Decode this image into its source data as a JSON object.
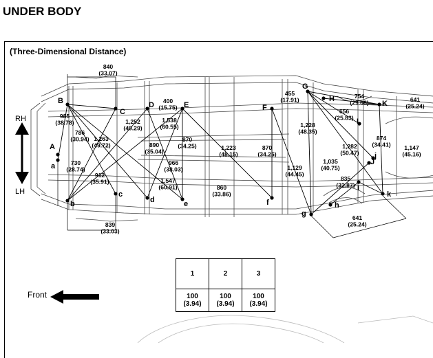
{
  "page": {
    "title": "UNDER BODY"
  },
  "diagram": {
    "heading": "(Three-Dimensional Distance)",
    "orientation": {
      "rh": "RH",
      "lh": "LH",
      "front": "Front"
    },
    "points_upper": [
      "A",
      "B",
      "C",
      "D",
      "E",
      "F",
      "G",
      "H",
      "I",
      "J",
      "K"
    ],
    "points_lower": [
      "a",
      "b",
      "c",
      "d",
      "e",
      "f",
      "g",
      "h",
      "i",
      "j",
      "k"
    ],
    "dimensions": [
      {
        "mm": "840",
        "in": "(33.07)"
      },
      {
        "mm": "985",
        "in": "(38.78)"
      },
      {
        "mm": "786",
        "in": "(30.94)"
      },
      {
        "mm": "1,263",
        "in": "(49.72)"
      },
      {
        "mm": "730",
        "in": "(28.74)"
      },
      {
        "mm": "1,252",
        "in": "(49.29)"
      },
      {
        "mm": "912",
        "in": "(35.91)"
      },
      {
        "mm": "839",
        "in": "(33.03)"
      },
      {
        "mm": "400",
        "in": "(15.75)"
      },
      {
        "mm": "1,538",
        "in": "(60.55)"
      },
      {
        "mm": "870",
        "in": "(34.25)"
      },
      {
        "mm": "890",
        "in": "(35.04)"
      },
      {
        "mm": "966",
        "in": "(38.03)"
      },
      {
        "mm": "1,547",
        "in": "(60.91)"
      },
      {
        "mm": "1,223",
        "in": "(48.15)"
      },
      {
        "mm": "860",
        "in": "(33.86)"
      },
      {
        "mm": "870",
        "in": "(34.25)"
      },
      {
        "mm": "455",
        "in": "(17.91)"
      },
      {
        "mm": "1,228",
        "in": "(48.35)"
      },
      {
        "mm": "1,129",
        "in": "(44.45)"
      },
      {
        "mm": "754",
        "in": "(29.68)"
      },
      {
        "mm": "656",
        "in": "(25.83)"
      },
      {
        "mm": "1,282",
        "in": "(50.47)"
      },
      {
        "mm": "1,035",
        "in": "(40.75)"
      },
      {
        "mm": "835",
        "in": "(32.87)"
      },
      {
        "mm": "874",
        "in": "(34.41)"
      },
      {
        "mm": "641",
        "in": "(25.24)"
      },
      {
        "mm": "1,147",
        "in": "(45.16)"
      },
      {
        "mm": "641",
        "in": "(25.24)"
      }
    ]
  },
  "table": {
    "headers": [
      "1",
      "2",
      "3"
    ],
    "values": [
      {
        "mm": "100",
        "in": "(3.94)"
      },
      {
        "mm": "100",
        "in": "(3.94)"
      },
      {
        "mm": "100",
        "in": "(3.94)"
      }
    ]
  }
}
